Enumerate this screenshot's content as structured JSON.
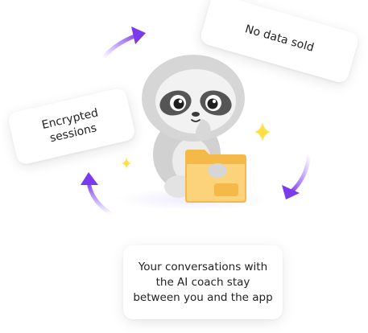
{
  "cards": {
    "no_data_sold": "No data sold",
    "encrypted_sessions_line1": "Encrypted",
    "encrypted_sessions_line2": "sessions",
    "info_text": "Your conversations with the AI coach stay between you and the app"
  },
  "icons": {
    "mascot": "sloth-mascot-icon",
    "folder": "folder-icon",
    "sparkle": "sparkle-icon",
    "arrow": "curved-arrow-icon"
  },
  "colors": {
    "accent": "#7c3aed",
    "folder": "#fcc559",
    "sparkle": "#fde047"
  }
}
